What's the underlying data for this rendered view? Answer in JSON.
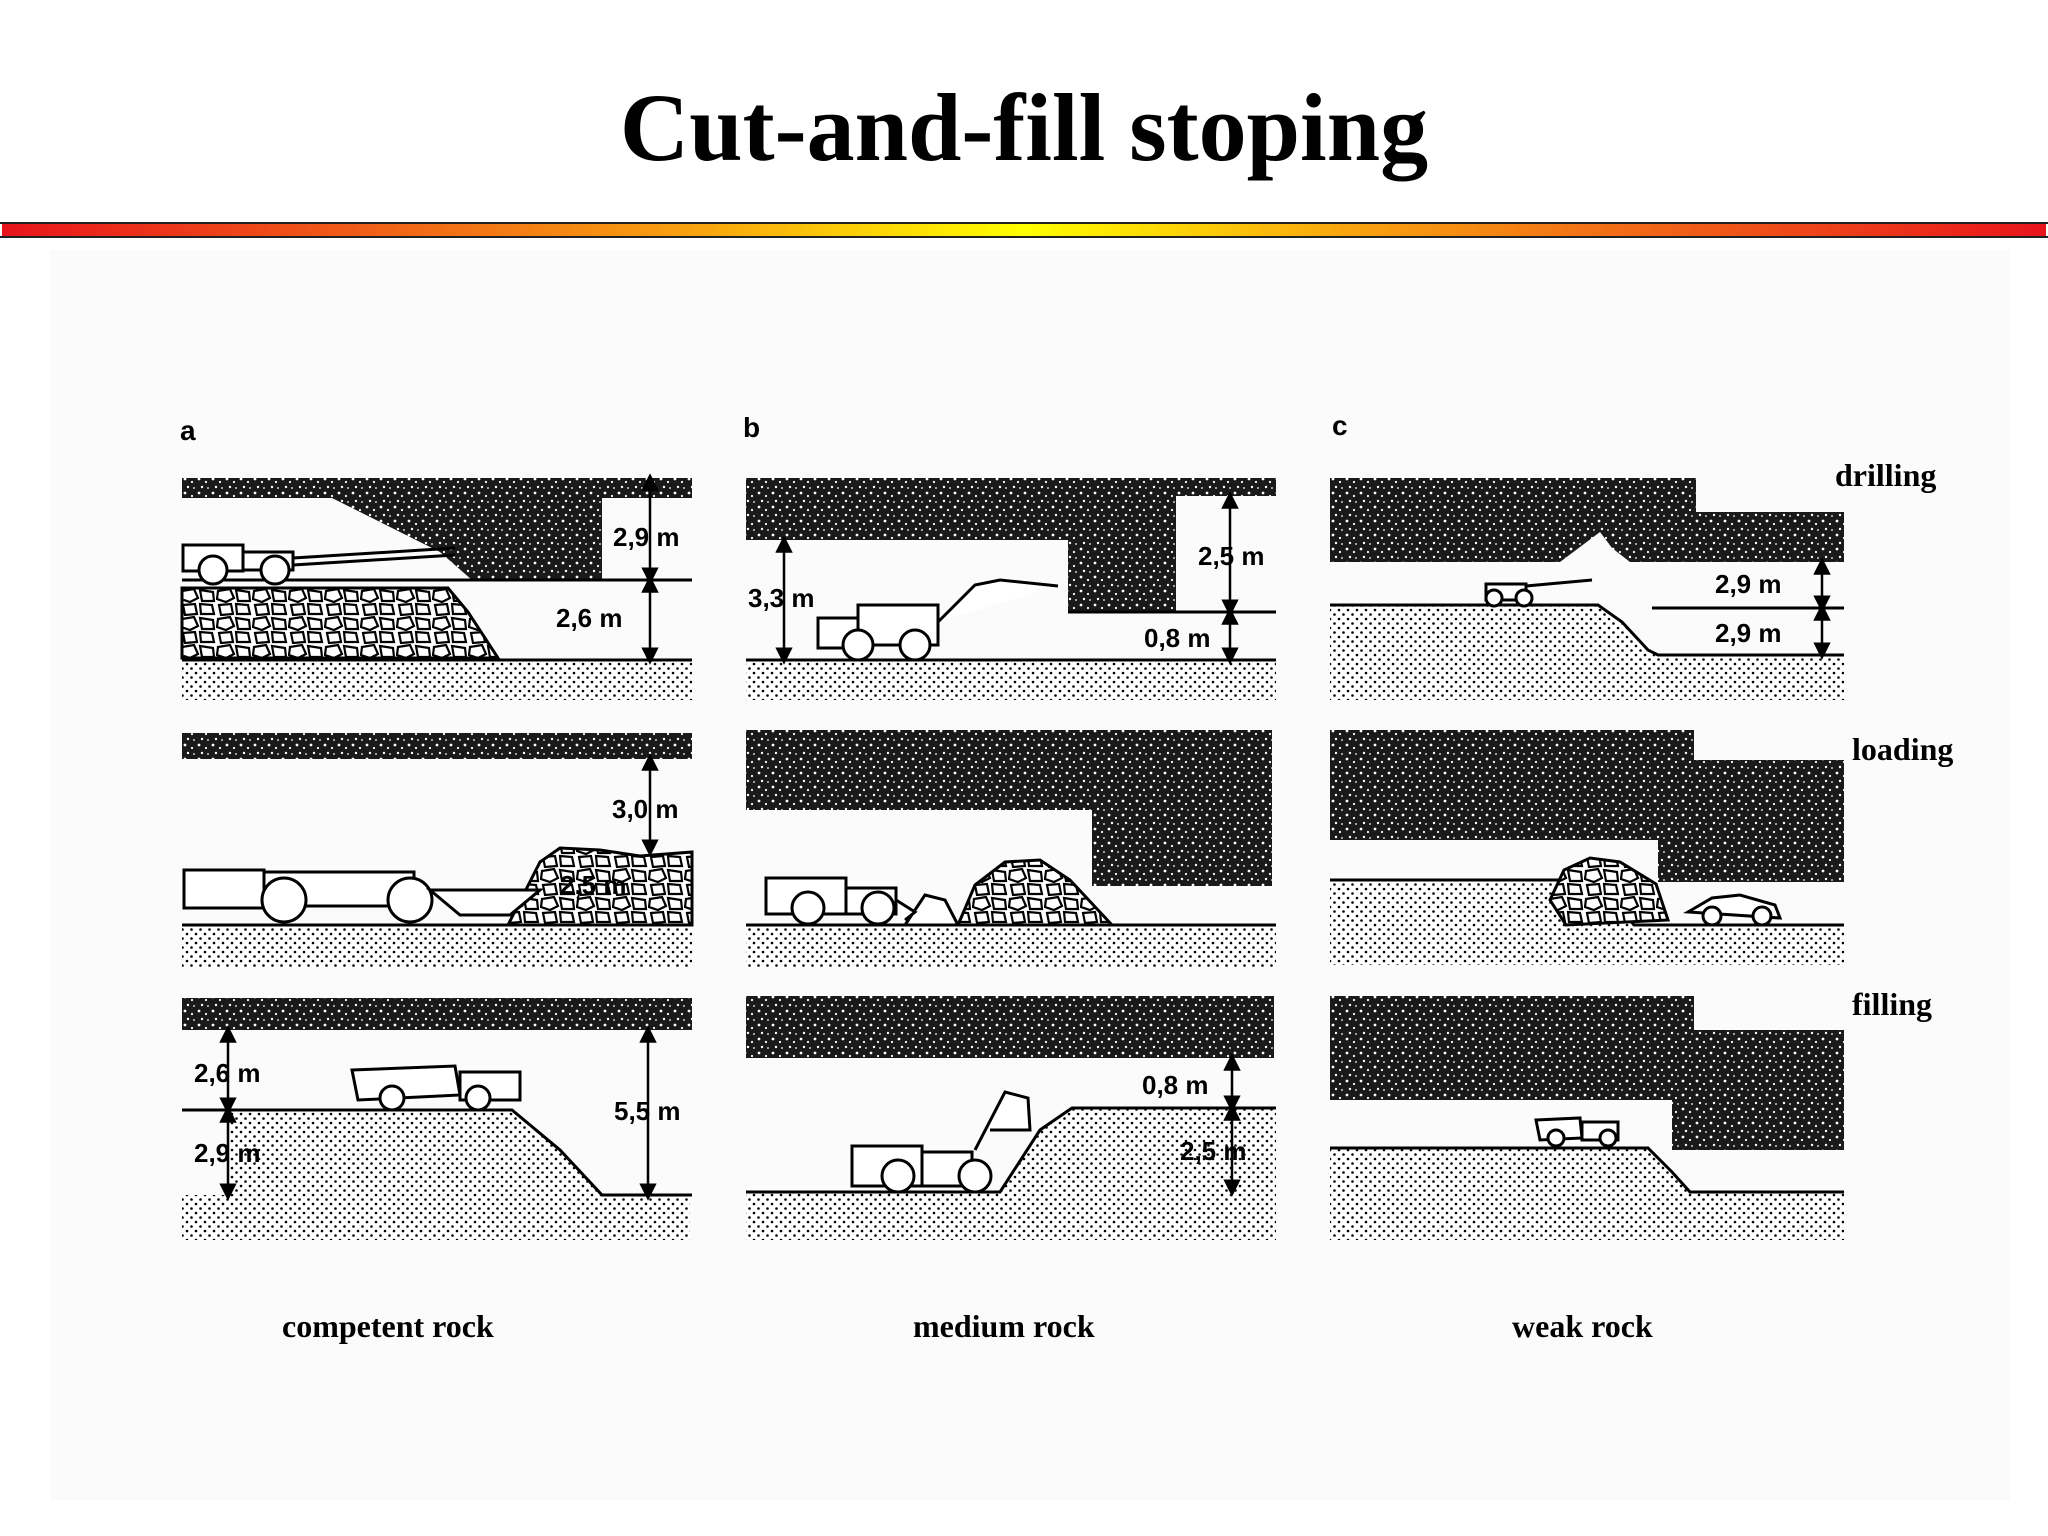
{
  "title": "Cut-and-fill stoping",
  "colors": {
    "divider_gradient": [
      "#e8141c",
      "#f05a18",
      "#f8a010",
      "#ffff00",
      "#f8a010",
      "#f05a18",
      "#e8141c"
    ],
    "ink": "#000000"
  },
  "columns": [
    {
      "letter": "a",
      "caption": "competent rock"
    },
    {
      "letter": "b",
      "caption": "medium rock"
    },
    {
      "letter": "c",
      "caption": "weak rock"
    }
  ],
  "rows": [
    {
      "label": "drilling"
    },
    {
      "label": "loading"
    },
    {
      "label": "filling"
    }
  ],
  "dimensions": {
    "a_drilling": [
      "2,9 m",
      "2,6 m"
    ],
    "b_drilling": [
      "2,5 m",
      "3,3 m",
      "0,8 m"
    ],
    "c_drilling": [
      "2,9 m",
      "2,9 m"
    ],
    "a_loading": [
      "3,0 m",
      "2,5 m"
    ],
    "a_filling": [
      "2,6 m",
      "2,9 m",
      "5,5 m"
    ],
    "b_filling": [
      "0,8 m",
      "2,5 m"
    ]
  }
}
